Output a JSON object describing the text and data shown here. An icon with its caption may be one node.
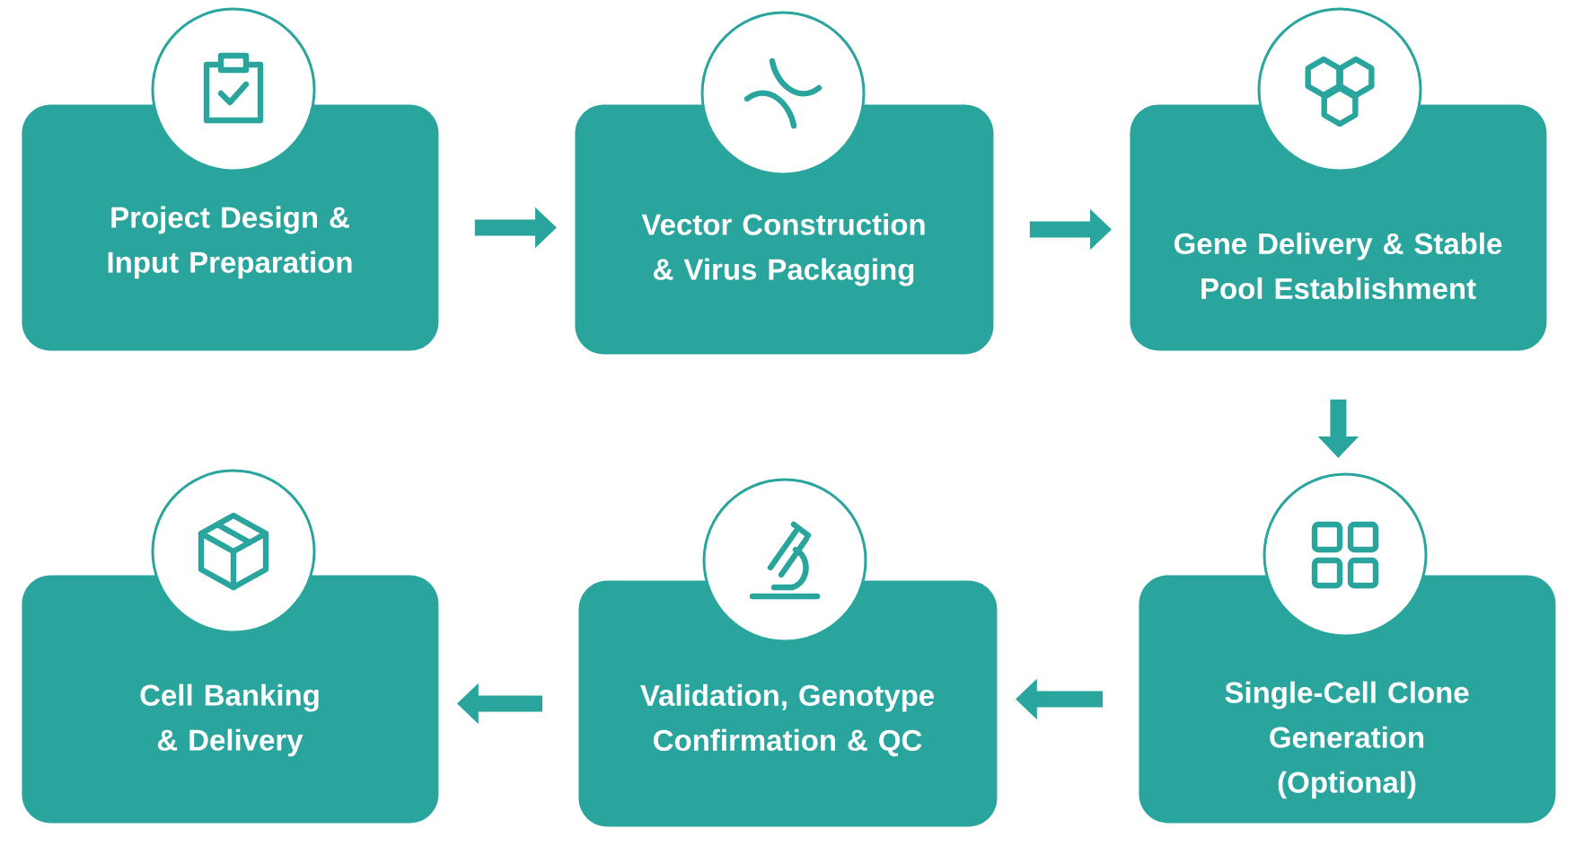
{
  "diagram": {
    "nodes": [
      {
        "text": [
          "Project Design & Input Preparation"
        ]
      },
      {
        "text": [
          "Vector Construction & Virus Packaging"
        ]
      },
      {
        "text": [
          "Gene Delivery & Stable Pool Establishment"
        ]
      },
      {
        "text": [
          "Single-Cell Clone Generation (Optional)"
        ]
      },
      {
        "text": [
          "Validation, Genotype Confirmation & QC"
        ]
      },
      {
        "text": [
          "Cell Banking & Delivery"
        ]
      }
    ],
    "edges": [
      {
        "from": 0,
        "to": 1,
        "arrow": "to"
      },
      {
        "from": 1,
        "to": 2,
        "arrow": "to"
      },
      {
        "from": 2,
        "to": 3,
        "arrow": "to"
      },
      {
        "from": 3,
        "to": 4,
        "arrow": "to"
      },
      {
        "from": 4,
        "to": 5,
        "arrow": "to"
      }
    ]
  }
}
